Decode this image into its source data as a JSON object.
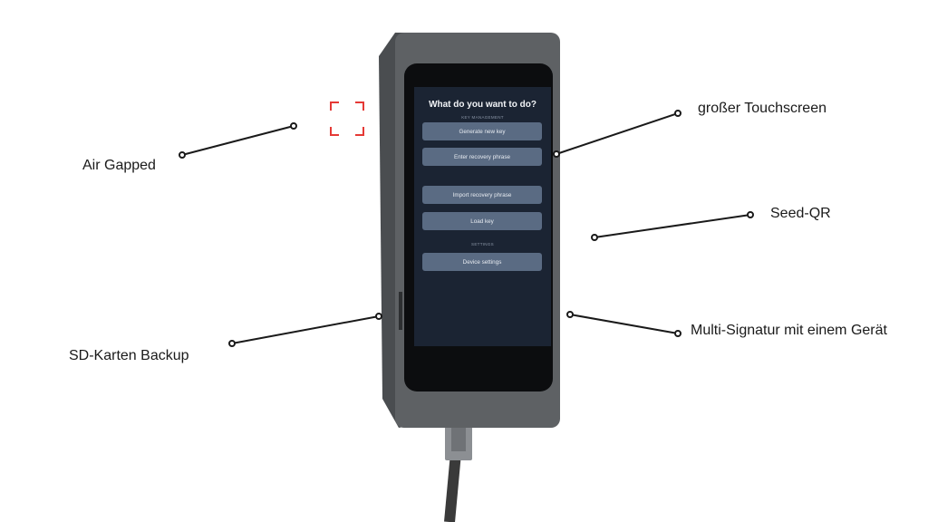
{
  "callouts": {
    "air_gapped": "Air Gapped",
    "touchscreen": "großer Touchscreen",
    "seed_qr": "Seed-QR",
    "sd_backup": "SD-Karten Backup",
    "multisig": "Multi-Signatur mit einem Gerät"
  },
  "device_screen": {
    "title": "What do you want to do?",
    "section_key": "KEY MANAGEMENT",
    "section_settings": "SETTINGS",
    "buttons": {
      "generate": "Generate new key",
      "recovery": "Enter recovery phrase",
      "import": "Import recovery phrase",
      "load": "Load key",
      "settings": "Device settings"
    }
  },
  "icons": {
    "qr_frame": "qr-scan-frame-icon"
  },
  "colors": {
    "qr_frame": "#e53935",
    "screen_bg": "#1b2433",
    "button_bg": "#5a6b83",
    "case": "#5b5e61"
  }
}
